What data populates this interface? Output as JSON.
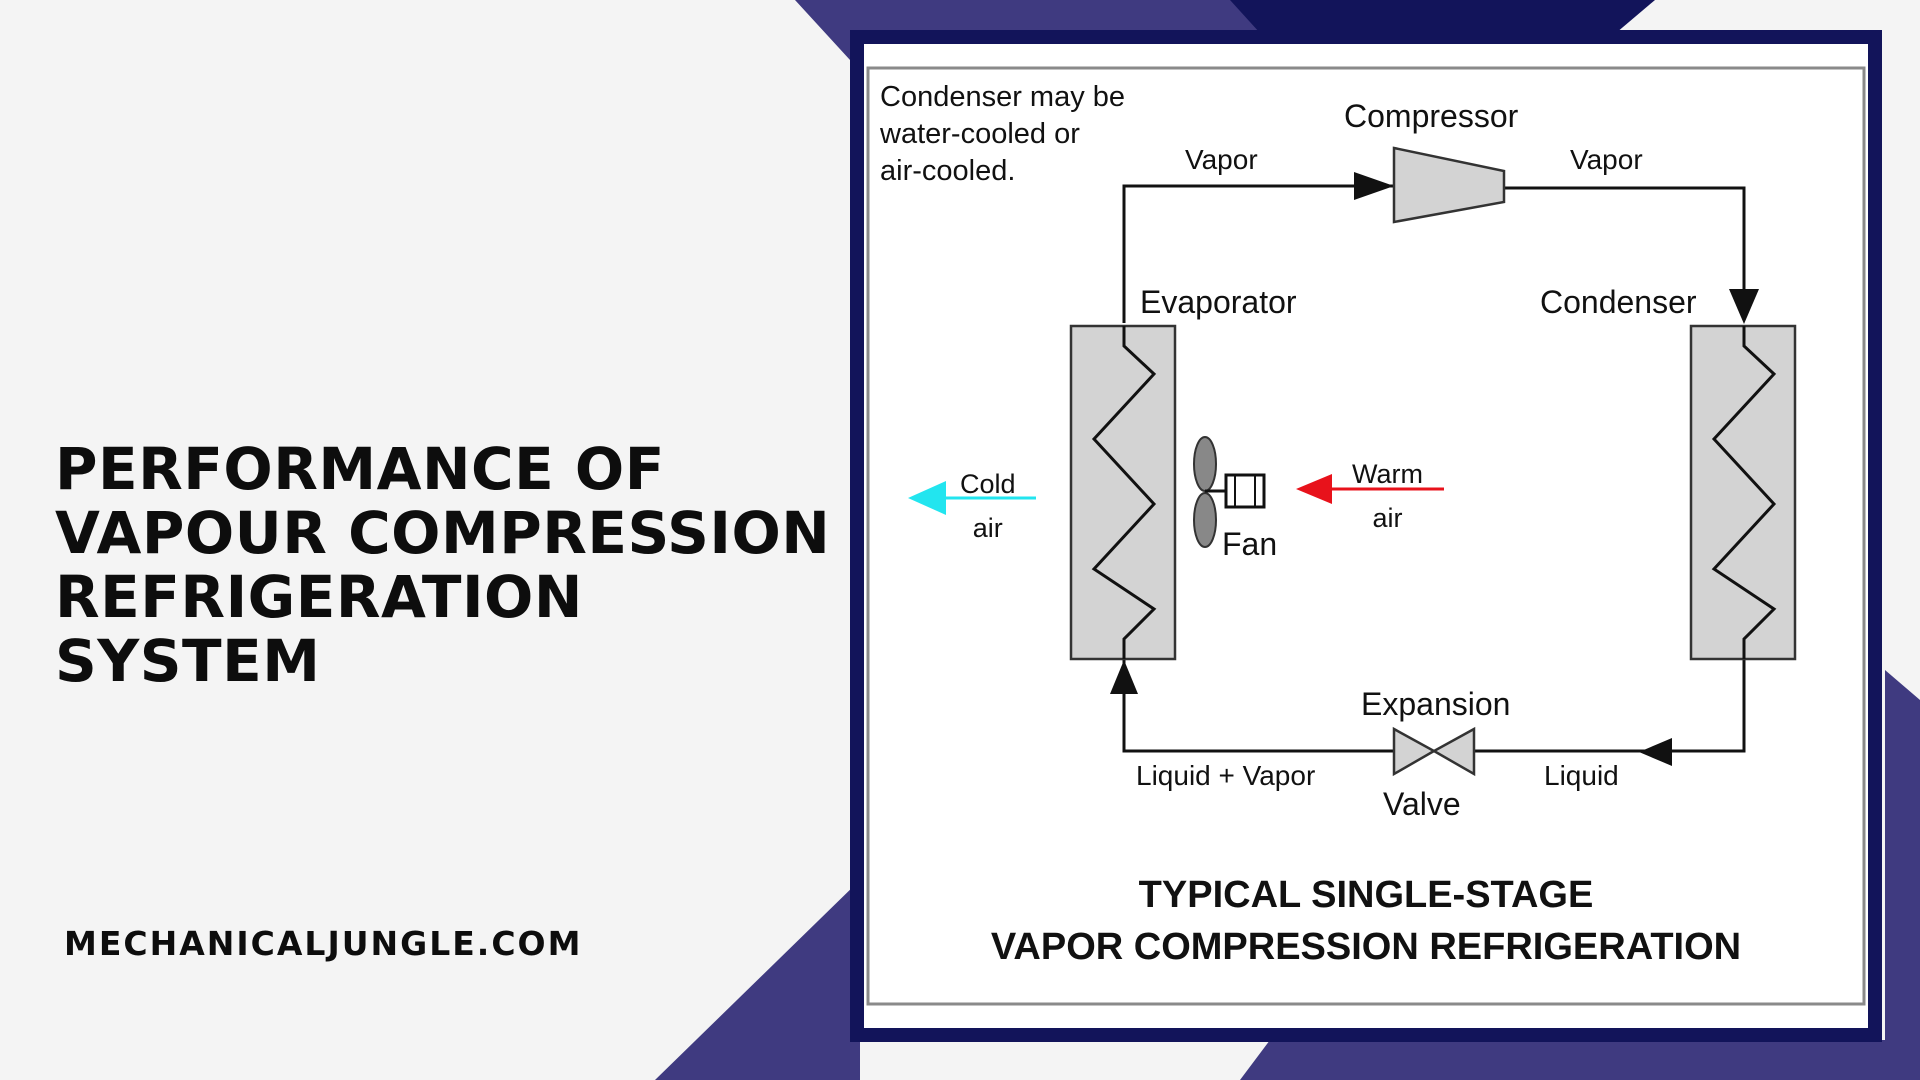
{
  "page": {
    "title_lines": [
      "PERFORMANCE OF",
      "VAPOUR COMPRESSION",
      "REFRIGERATION SYSTEM"
    ],
    "site": "MECHANICALJUNGLE.COM"
  },
  "diagram": {
    "note_lines": [
      "Condenser may be",
      "water-cooled or",
      "air-cooled."
    ],
    "compressor": "Compressor",
    "vapor_left": "Vapor",
    "vapor_right": "Vapor",
    "evaporator": "Evaporator",
    "condenser": "Condenser",
    "cold_air": [
      "Cold",
      "air"
    ],
    "warm_air": [
      "Warm",
      "air"
    ],
    "fan": "Fan",
    "expansion_valve": [
      "Expansion",
      "Valve"
    ],
    "liquid_vapor": "Liquid + Vapor",
    "liquid": "Liquid",
    "caption_lines": [
      "TYPICAL SINGLE-STAGE",
      "VAPOR COMPRESSION REFRIGERATION"
    ]
  },
  "colors": {
    "background": "#f4f4f4",
    "navy": "#12145a",
    "purple": "#3f3a80",
    "component_fill": "#d3d3d3",
    "cold_arrow": "#22e5ef",
    "warm_arrow": "#e8121b"
  }
}
